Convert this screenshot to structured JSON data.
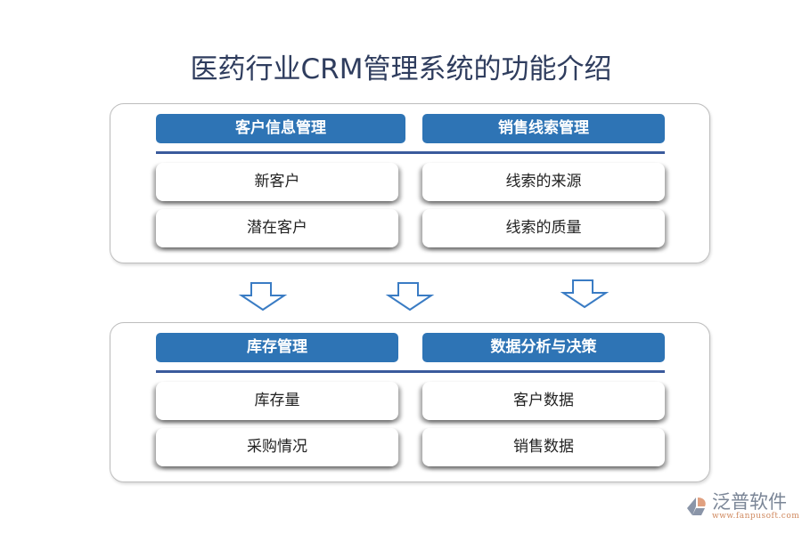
{
  "title": "医药行业CRM管理系统的功能介绍",
  "top": {
    "left": {
      "header": "客户信息管理",
      "items": [
        "新客户",
        "潜在客户"
      ]
    },
    "right": {
      "header": "销售线索管理",
      "items": [
        "线索的来源",
        "线索的质量"
      ]
    }
  },
  "bottom": {
    "left": {
      "header": "库存管理",
      "items": [
        "库存量",
        "采购情况"
      ]
    },
    "right": {
      "header": "数据分析与决策",
      "items": [
        "客户数据",
        "销售数据"
      ]
    }
  },
  "logo": {
    "name": "泛普软件",
    "url": "www.fanpusoft.com"
  },
  "colors": {
    "header": "#2e74b5",
    "line": "#3a5a9c",
    "arrow": "#3a7cc4"
  }
}
